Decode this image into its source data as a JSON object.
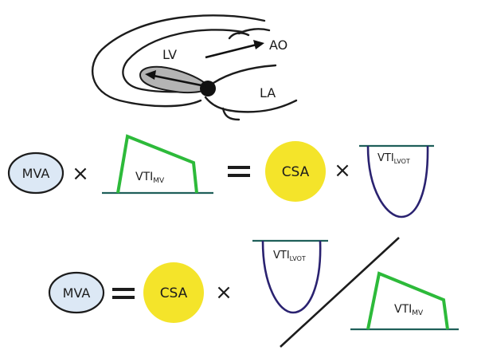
{
  "heart": {
    "lv": "LV",
    "ao": "AO",
    "la": "LA"
  },
  "equation1": {
    "mva": "MVA",
    "times": "×",
    "vti_mv": {
      "main": "VTI",
      "sub": "MV"
    },
    "equals": "=",
    "csa": "CSA",
    "times2": "×",
    "vti_lvot": {
      "main": "VTI",
      "sub": "LVOT"
    }
  },
  "equation2": {
    "mva": "MVA",
    "equals": "=",
    "csa": "CSA",
    "times": "×",
    "vti_lvot": {
      "main": "VTI",
      "sub": "LVOT"
    },
    "vti_mv": {
      "main": "VTI",
      "sub": "MV"
    }
  },
  "colors": {
    "oval_fill": "#dce8f5",
    "csa_fill": "#f4e42a",
    "trapezoid_stroke": "#2dba3a",
    "baseline": "#1f5f5a",
    "ink": "#1c1c1c",
    "leaflet_fill": "#b4b4b4"
  }
}
